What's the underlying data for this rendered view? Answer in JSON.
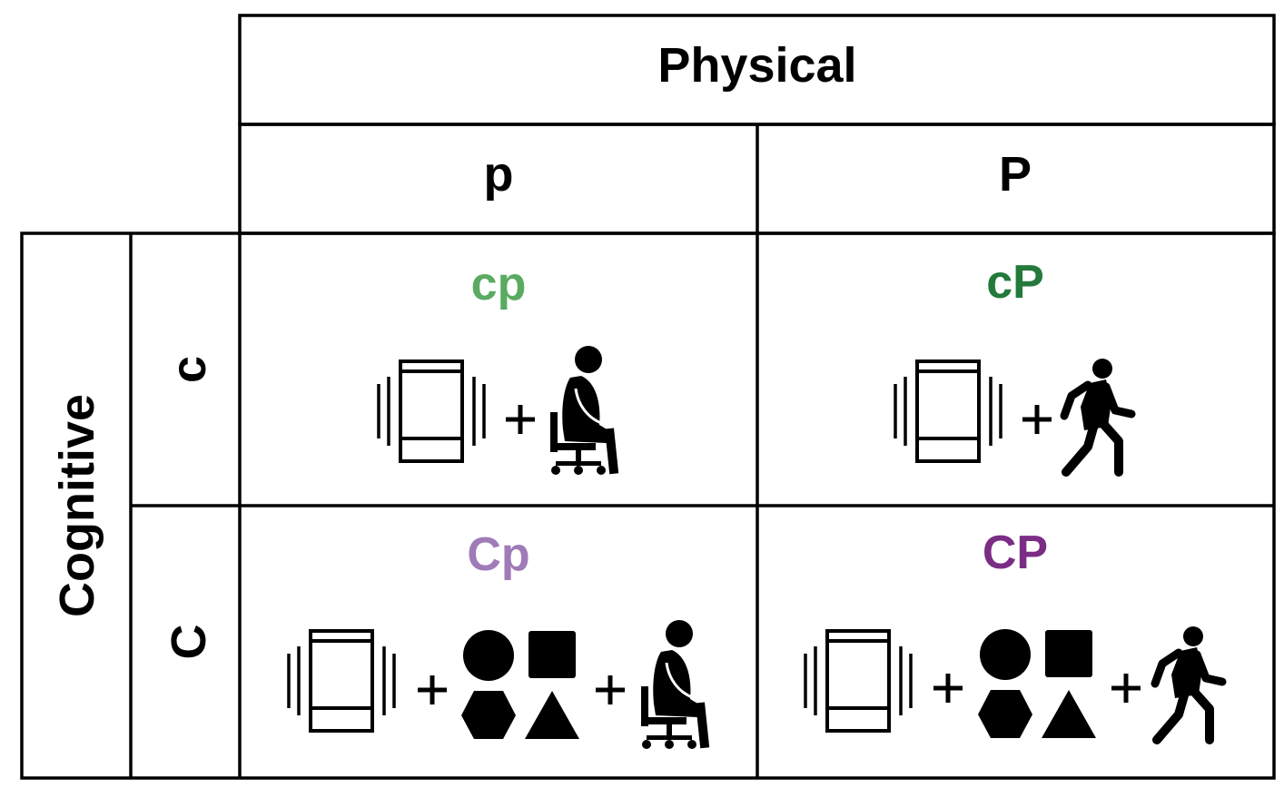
{
  "header": {
    "physical": "Physical",
    "p_low": "p",
    "p_high": "P"
  },
  "side": {
    "cognitive": "Cognitive",
    "c_low": "c",
    "c_high": "C"
  },
  "cells": [
    {
      "label": "cp",
      "color": "#5aab61",
      "icons": [
        "phone-vibrating-icon",
        "seated-person-icon"
      ]
    },
    {
      "label": "cP",
      "color": "#237a3b",
      "icons": [
        "phone-vibrating-icon",
        "walking-person-icon"
      ]
    },
    {
      "label": "Cp",
      "color": "#9f7bb8",
      "icons": [
        "phone-vibrating-icon",
        "shapes-icon",
        "seated-person-icon"
      ]
    },
    {
      "label": "CP",
      "color": "#7b2d85",
      "icons": [
        "phone-vibrating-icon",
        "shapes-icon",
        "walking-person-icon"
      ]
    }
  ],
  "plus": "+"
}
